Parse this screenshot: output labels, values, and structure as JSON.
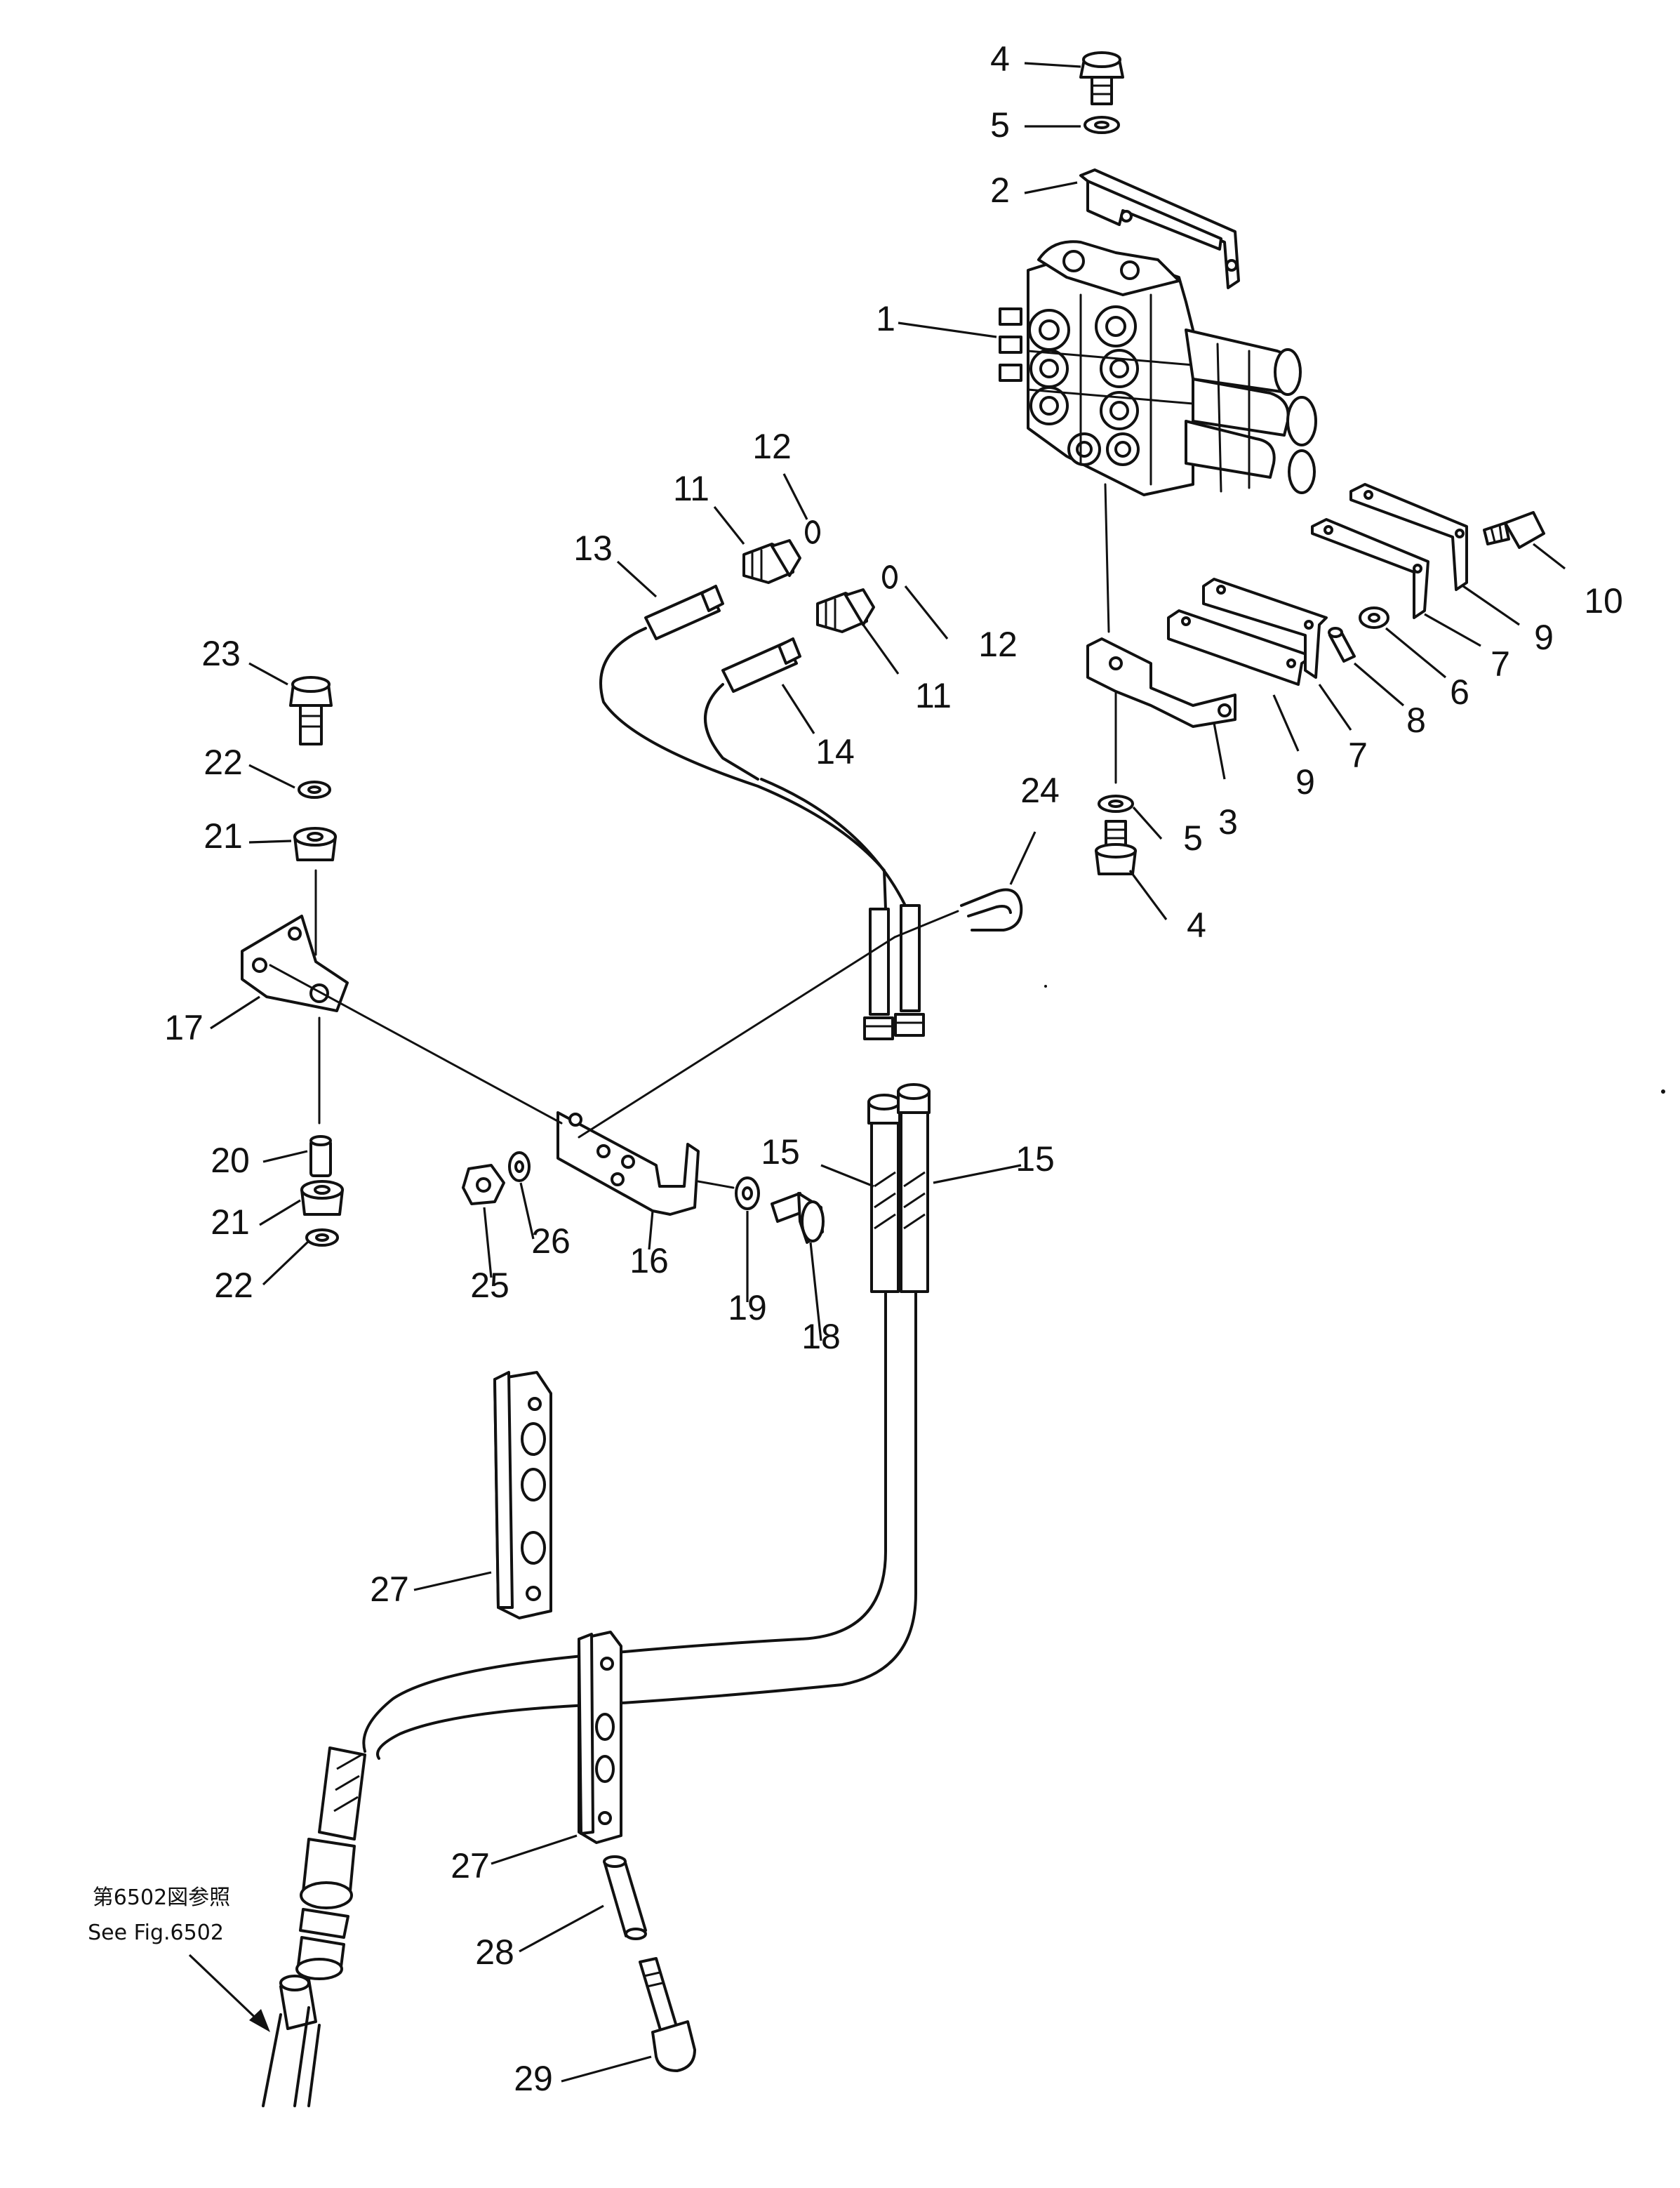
{
  "diagram": {
    "callouts": [
      {
        "id": "c4a",
        "label": "4"
      },
      {
        "id": "c5a",
        "label": "5"
      },
      {
        "id": "c2",
        "label": "2"
      },
      {
        "id": "c1",
        "label": "1"
      },
      {
        "id": "c12a",
        "label": "12"
      },
      {
        "id": "c11a",
        "label": "11"
      },
      {
        "id": "c13",
        "label": "13"
      },
      {
        "id": "c12b",
        "label": "12"
      },
      {
        "id": "c11b",
        "label": "11"
      },
      {
        "id": "c14",
        "label": "14"
      },
      {
        "id": "c10",
        "label": "10"
      },
      {
        "id": "c9a",
        "label": "9"
      },
      {
        "id": "c7a",
        "label": "7"
      },
      {
        "id": "c6",
        "label": "6"
      },
      {
        "id": "c8",
        "label": "8"
      },
      {
        "id": "c7b",
        "label": "7"
      },
      {
        "id": "c9b",
        "label": "9"
      },
      {
        "id": "c3",
        "label": "3"
      },
      {
        "id": "c5b",
        "label": "5"
      },
      {
        "id": "c4b",
        "label": "4"
      },
      {
        "id": "c24",
        "label": "24"
      },
      {
        "id": "c23",
        "label": "23"
      },
      {
        "id": "c22a",
        "label": "22"
      },
      {
        "id": "c21a",
        "label": "21"
      },
      {
        "id": "c17",
        "label": "17"
      },
      {
        "id": "c20",
        "label": "20"
      },
      {
        "id": "c21b",
        "label": "21"
      },
      {
        "id": "c22b",
        "label": "22"
      },
      {
        "id": "c25",
        "label": "25"
      },
      {
        "id": "c26",
        "label": "26"
      },
      {
        "id": "c16",
        "label": "16"
      },
      {
        "id": "c19",
        "label": "19"
      },
      {
        "id": "c18",
        "label": "18"
      },
      {
        "id": "c15a",
        "label": "15"
      },
      {
        "id": "c15b",
        "label": "15"
      },
      {
        "id": "c27a",
        "label": "27"
      },
      {
        "id": "c27b",
        "label": "27"
      },
      {
        "id": "c28",
        "label": "28"
      },
      {
        "id": "c29",
        "label": "29"
      }
    ],
    "reference_note": {
      "line1": "第6502図参照",
      "line2": "See Fig.6502"
    }
  }
}
